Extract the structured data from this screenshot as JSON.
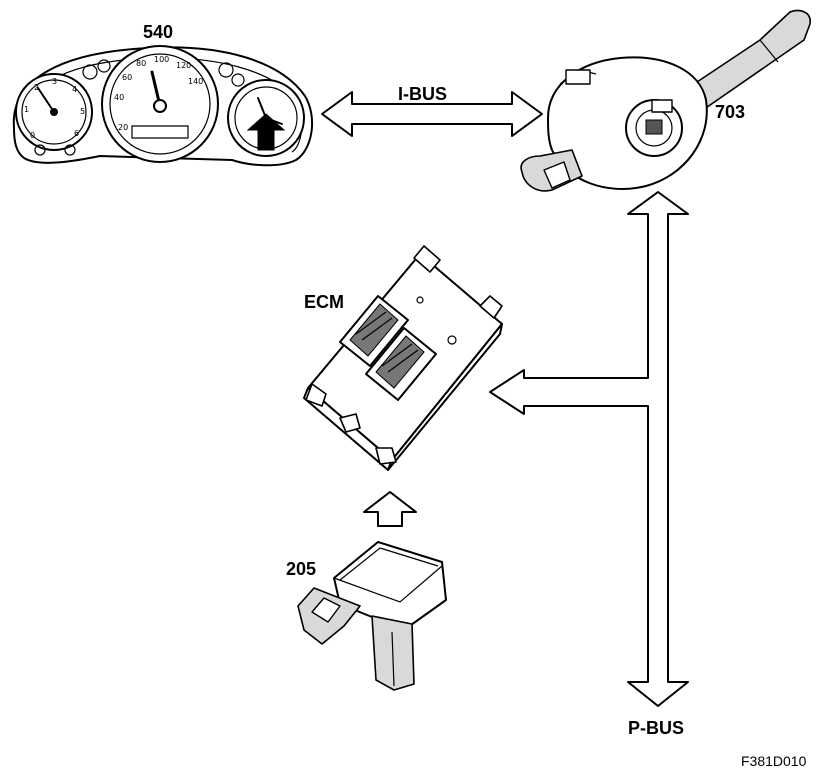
{
  "labels": {
    "cluster": "540",
    "column_module": "703",
    "ecm": "ECM",
    "sensor": "205",
    "i_bus": "I-BUS",
    "p_bus": "P-BUS",
    "figure_code": "F381D010"
  },
  "speedometer_ticks": [
    "20",
    "40",
    "60",
    "80",
    "100",
    "120",
    "140"
  ],
  "tachometer_ticks": [
    "0",
    "1",
    "2",
    "3",
    "4",
    "5",
    "6"
  ]
}
